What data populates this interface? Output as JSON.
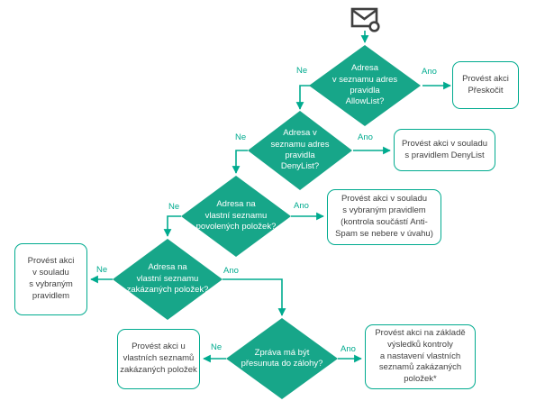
{
  "colors": {
    "accent": "#00ab8f",
    "diamond_fill": "#17a689",
    "diamond_text": "#ffffff",
    "box_text": "#3f3f3f",
    "icon_color": "#3f3f3f"
  },
  "labels": {
    "yes": "Ano",
    "no": "Ne"
  },
  "start": {
    "icon": "message-icon"
  },
  "nodes": {
    "d_allowlist": {
      "text": "Adresa\nv seznamu adres\npravidla\nAllowList?"
    },
    "d_denylist": {
      "text": "Adresa v\nseznamu adres\npravidla\nDenyList?"
    },
    "d_custom_allow": {
      "text": "Adresa na\nvlastní seznamu\npovolených položek?"
    },
    "d_custom_deny": {
      "text": "Adresa na\nvlastní seznamu\nzakázaných položek?"
    },
    "d_backup": {
      "text": "Zpráva má být\npřesunuta do zálohy?"
    },
    "a_skip": {
      "text": "Provést akci\nPřeskočit"
    },
    "a_denylist_rule": {
      "text": "Provést akci v souladu\ns pravidlem DenyList"
    },
    "a_selected_rule_antispam": {
      "text": "Provést akci v souladu\ns vybraným pravidlem\n(kontrola součástí Anti-\nSpam se nebere v úvahu)"
    },
    "a_selected_rule": {
      "text": "Provést akci\nv souladu\ns vybraným\npravidlem"
    },
    "a_custom_deny_lists": {
      "text": "Provést akci u\nvlastních seznamů\nzakázaných položek"
    },
    "a_custom_lists_result": {
      "text": "Provést akci na základě\nvýsledků kontroly\na nastavení vlastních\nseznamů zakázaných\npoložek*"
    }
  }
}
